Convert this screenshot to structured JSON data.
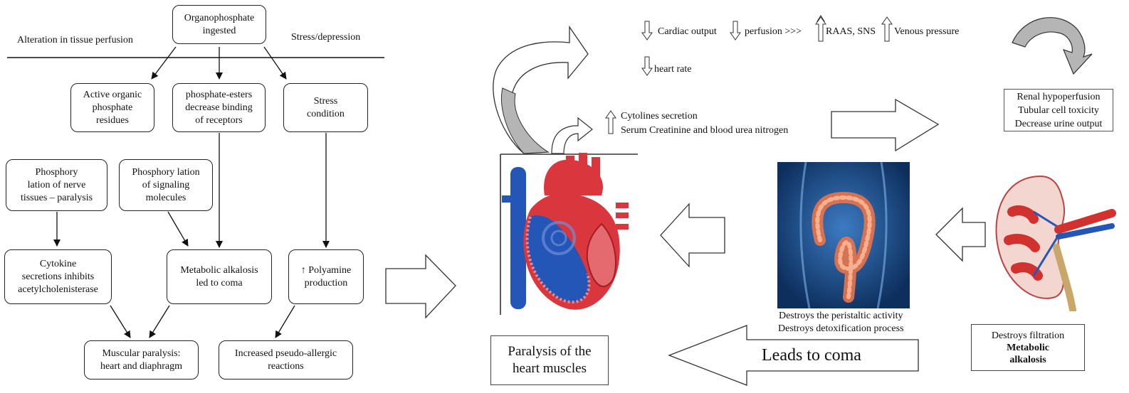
{
  "left_flow": {
    "top_box": "Organophosphate\ningested",
    "header_left": "Alteration in tissue perfusion",
    "header_right": "Stress/depression",
    "active_residues": "Active organic\nphosphate\nresidues",
    "esters": "phosphate-esters\ndecrease binding\nof receptors",
    "stress_condition": "Stress\ncondition",
    "nerve_phos": "Phosphory\nlation of nerve\ntissues – paralysis",
    "signal_phos": "Phosphory lation\nof signaling\nmolecules",
    "cytokine": "Cytokine\nsecretions inhibits\nacetylcholenisterase",
    "alkalosis": "Metabolic alkalosis\nled to coma",
    "polyamine": "↑ Polyamine\nproduction",
    "muscular": "Muscular paralysis:\nheart and diaphragm",
    "pseudo": "Increased pseudo-allergic\nreactions"
  },
  "right_flow": {
    "cardiac_output": "Cardiac output",
    "perfusion": "perfusion >>>",
    "raas": "RAAS, SNS",
    "venous": "Venous pressure",
    "heart_rate": "heart rate",
    "cytolines": "Cytolines secretion",
    "creatinine": "Serum Creatinine and blood urea nitrogen",
    "renal": "Renal hypoperfusion\nTubular cell toxicity\nDecrease urine output",
    "peristaltic": "Destroys the peristaltic activity\nDestroys detoxification process",
    "coma": "Leads to coma",
    "paralysis_heart": "Paralysis of the\nheart muscles",
    "filtration": "Destroys filtration",
    "metabolic": "Metabolic\nalkalosis"
  },
  "colors": {
    "heart_red": "#d9363e",
    "heart_blue": "#2456b8",
    "colon_orange": "#e8744a",
    "body_blue": "#0d2f5e",
    "kidney_red": "#d1322f",
    "arrow_gray": "#b5b5b5"
  },
  "icons": [
    "down-arrow-icon",
    "up-arrow-icon",
    "curved-arrow-icon",
    "block-arrow-icon"
  ]
}
